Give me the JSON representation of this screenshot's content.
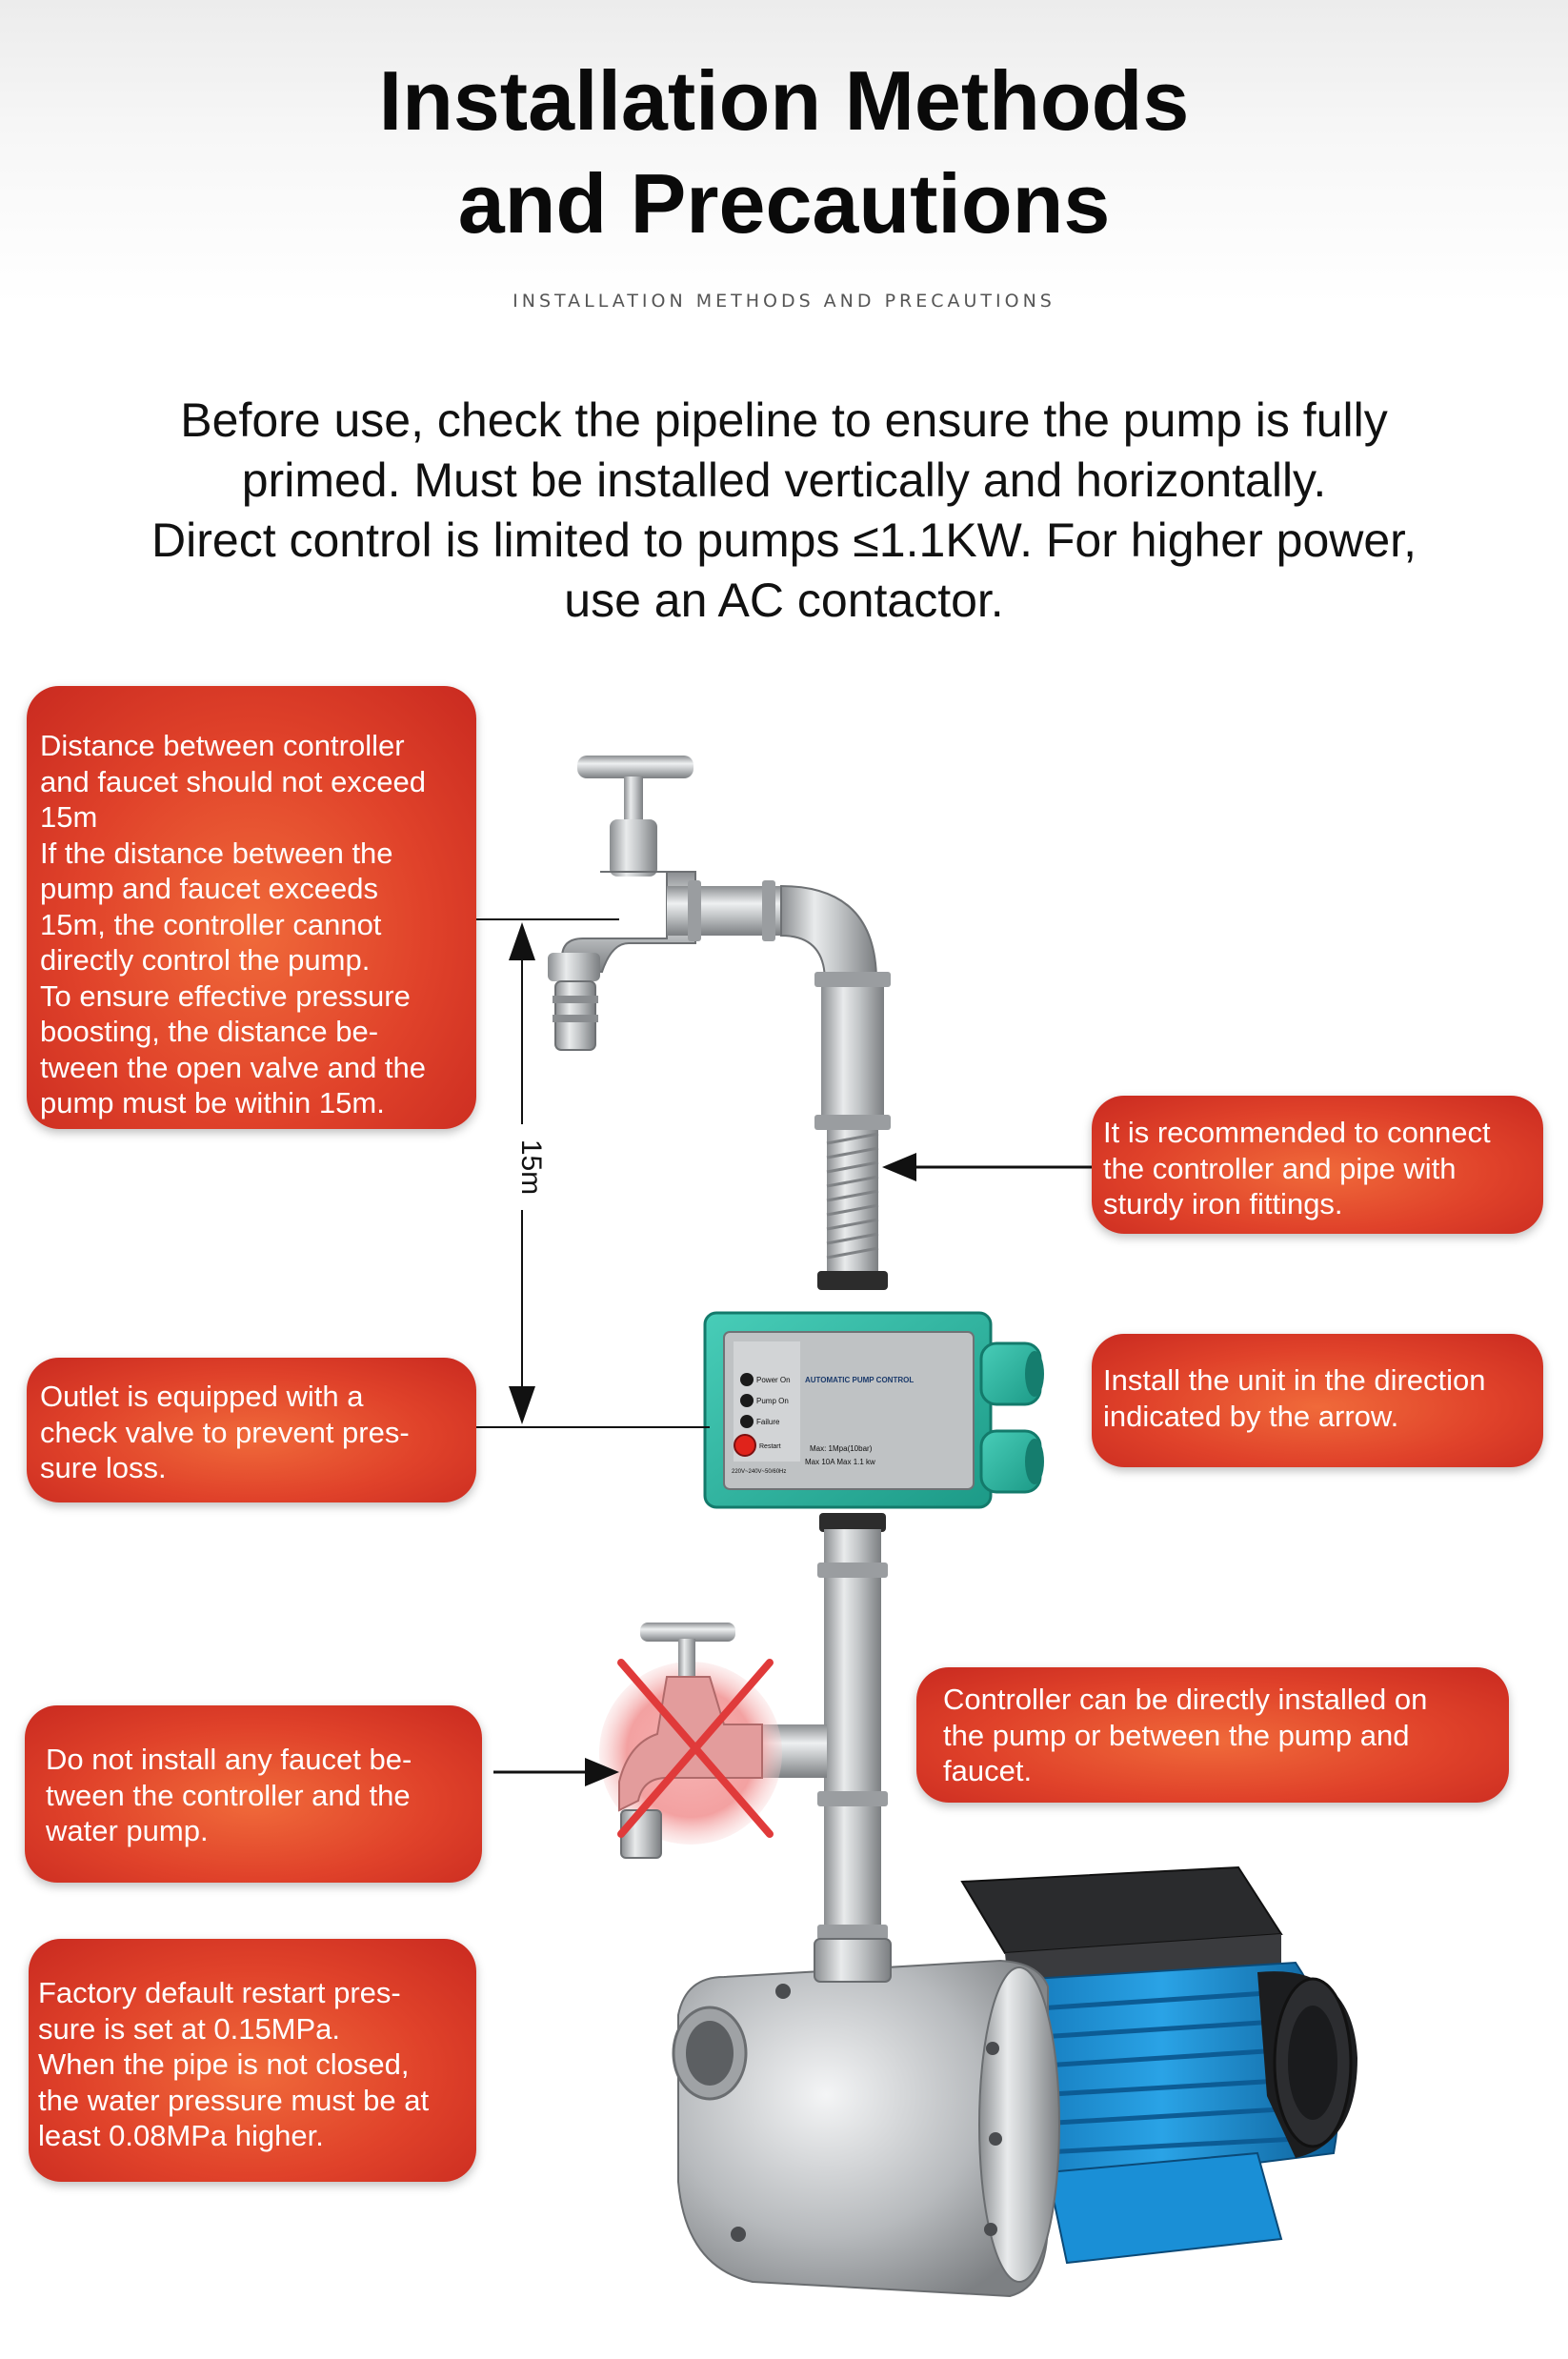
{
  "header": {
    "title_lines": [
      "Installation Methods",
      "and Precautions"
    ],
    "subtitle": "INSTALLATION METHODS AND PRECAUTIONS"
  },
  "intro_lines": [
    "Before use, check the pipeline to ensure the pump is fully",
    "primed. Must be installed vertically and horizontally.",
    "Direct control is limited to pumps ≤1.1KW. For higher power,",
    "use an AC contactor."
  ],
  "callouts": {
    "distance": [
      "Distance between controller",
      "and faucet should not exceed",
      "15m",
      "If the distance between the",
      "pump and faucet exceeds",
      "15m, the controller cannot",
      "directly control the pump.",
      "To ensure effective pressure",
      "boosting, the distance be-",
      "tween the open valve and the",
      "pump must be within 15m."
    ],
    "check_valve": [
      "Outlet is equipped with a",
      "check valve to prevent pres-",
      "sure loss."
    ],
    "no_faucet": [
      "Do not install any faucet be-",
      "tween the controller and the",
      "water pump."
    ],
    "restart_pressure": [
      "Factory default restart pres-",
      "sure is set at 0.15MPa.",
      "When the pipe is not closed,",
      "the water pressure must be at",
      "least 0.08MPa higher."
    ],
    "iron_fittings": [
      "It is recommended to connect",
      "the controller and pipe with",
      "sturdy iron fittings."
    ],
    "arrow_direction": [
      "Install the unit in the direction",
      "indicated by the arrow."
    ],
    "install_location": [
      "Controller can be directly installed on",
      "the pump or between the pump and",
      "faucet."
    ]
  },
  "diagram": {
    "distance_label": "15m",
    "controller": {
      "leds": [
        "Power On",
        "Pump On",
        "Failure"
      ],
      "restart_label": "Restart",
      "brand_label": "AUTOMATIC PUMP CONTROL",
      "spec_lines": [
        "Max: 1Mpa(10bar)",
        "Max 10A Max 1.1 kw"
      ],
      "voltage_label": "220V~240V~50/60Hz"
    }
  },
  "colors": {
    "callout_red": "#e0422a",
    "controller_teal": "#2bb5a0",
    "pump_blue": "#1e8fd0",
    "steel": "#b9bcbf"
  }
}
